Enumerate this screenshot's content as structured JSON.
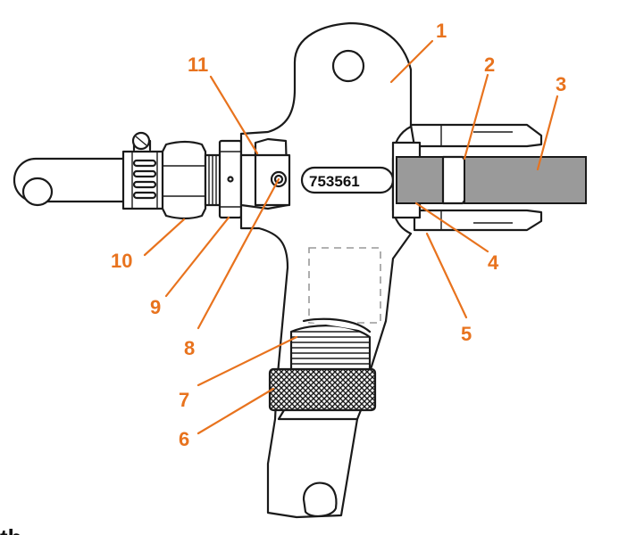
{
  "colors": {
    "callout": "#e8731e",
    "outline": "#1a1a1a",
    "strap": "#9a9a9a",
    "background": "#ffffff"
  },
  "tool": {
    "part_number": "753561"
  },
  "callouts": [
    {
      "id": "1",
      "label": "1"
    },
    {
      "id": "2",
      "label": "2"
    },
    {
      "id": "3",
      "label": "3"
    },
    {
      "id": "4",
      "label": "4"
    },
    {
      "id": "5",
      "label": "5"
    },
    {
      "id": "6",
      "label": "6"
    },
    {
      "id": "7",
      "label": "7"
    },
    {
      "id": "8",
      "label": "8"
    },
    {
      "id": "9",
      "label": "9"
    },
    {
      "id": "10",
      "label": "10"
    },
    {
      "id": "11",
      "label": "11"
    }
  ],
  "cut_off_text": "th"
}
